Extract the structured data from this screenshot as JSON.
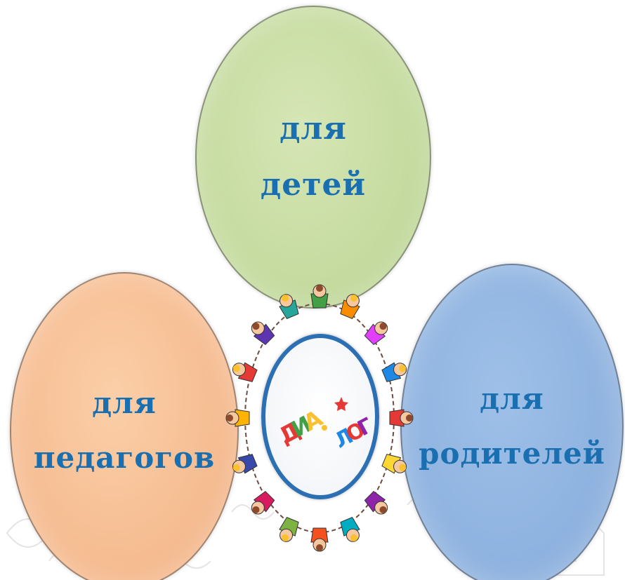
{
  "circles": {
    "top": {
      "line1": "для",
      "line2": "детей",
      "color": "#c5db9f"
    },
    "left": {
      "line1": "для",
      "line2": "педагогов",
      "color": "#f6bc91"
    },
    "right": {
      "line1": "для",
      "line2": "родителей",
      "color": "#8fb3e0"
    }
  },
  "logo": {
    "part1": "ДИА",
    "part2": "ЛОГ",
    "colors": [
      "#e53935",
      "#43a047",
      "#fbc02d",
      "#1e88e5",
      "#e53935",
      "#8e24aa"
    ]
  },
  "text_color": "#1a6fb0"
}
